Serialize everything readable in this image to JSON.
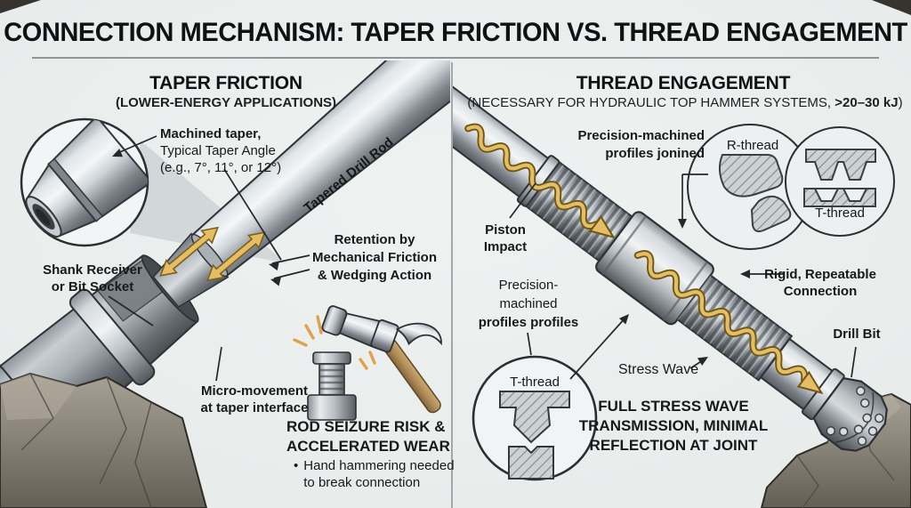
{
  "title": "CONNECTION MECHANISM: TAPER FRICTION VS. THREAD ENGAGEMENT",
  "panels": {
    "left": {
      "heading": "TAPER FRICTION",
      "subheading": "(LOWER-ENERGY APPLICATIONS)",
      "machined_taper": {
        "line1": "Machined taper,",
        "line2": "Typical Taper Angle",
        "line3": "(e.g., 7°, 11°, or 12°)"
      },
      "rod_label": "Tapered Drill Rod",
      "shank": {
        "line1": "Shank Receiver",
        "line2": "or Bit Socket"
      },
      "retention": {
        "line1": "Retention by",
        "line2": "Mechanical Friction",
        "line3": "& Wedging Action"
      },
      "micro": {
        "line1": "Micro-movement",
        "line2": "at taper interface"
      },
      "risk": {
        "line1": "ROD SEIZURE RISK &",
        "line2": "ACCELERATED WEAR",
        "bullet_glyph": "•",
        "bullet_line1": "Hand hammering needed",
        "bullet_line2": "to break connection"
      }
    },
    "right": {
      "heading": "THREAD ENGAGEMENT",
      "subheading_prefix": "(NECESSARY FOR HYDRAULIC TOP HAMMER SYSTEMS, ",
      "subheading_bold": ">20–30 kJ",
      "subheading_suffix": ")",
      "precision_joined": {
        "line1": "Precision-machined",
        "line2": "profiles jonined"
      },
      "r_thread_label": "R-thread",
      "t_thread_label_top": "T-thread",
      "piston": {
        "line1": "Piston",
        "line2": "Impact"
      },
      "precision_profiles": {
        "line1": "Precision-",
        "line2": "machined",
        "line3": "profiles profiles"
      },
      "rigid": {
        "line1": "Rigid, Repeatable",
        "line2": "Connection"
      },
      "t_thread_label_bottom": "T-thread",
      "stress_wave_label": "Stress Wave",
      "full_stress": {
        "line1": "FULL STRESS WAVE",
        "line2": "TRANSMISSION, MINIMAL",
        "line3": "REFLECTION AT JOINT"
      },
      "drill_bit_label": "Drill Bit"
    }
  },
  "colors": {
    "background": "#e8eceb",
    "text": "#17191b",
    "stress_wave_gold": "#e4be66",
    "friction_arrow_gold": "#e5bd62",
    "hammer_handle": "#b5905e",
    "metal_light": "#f2f4f5",
    "metal_dark": "#565c61",
    "rock": "#8d877b"
  }
}
